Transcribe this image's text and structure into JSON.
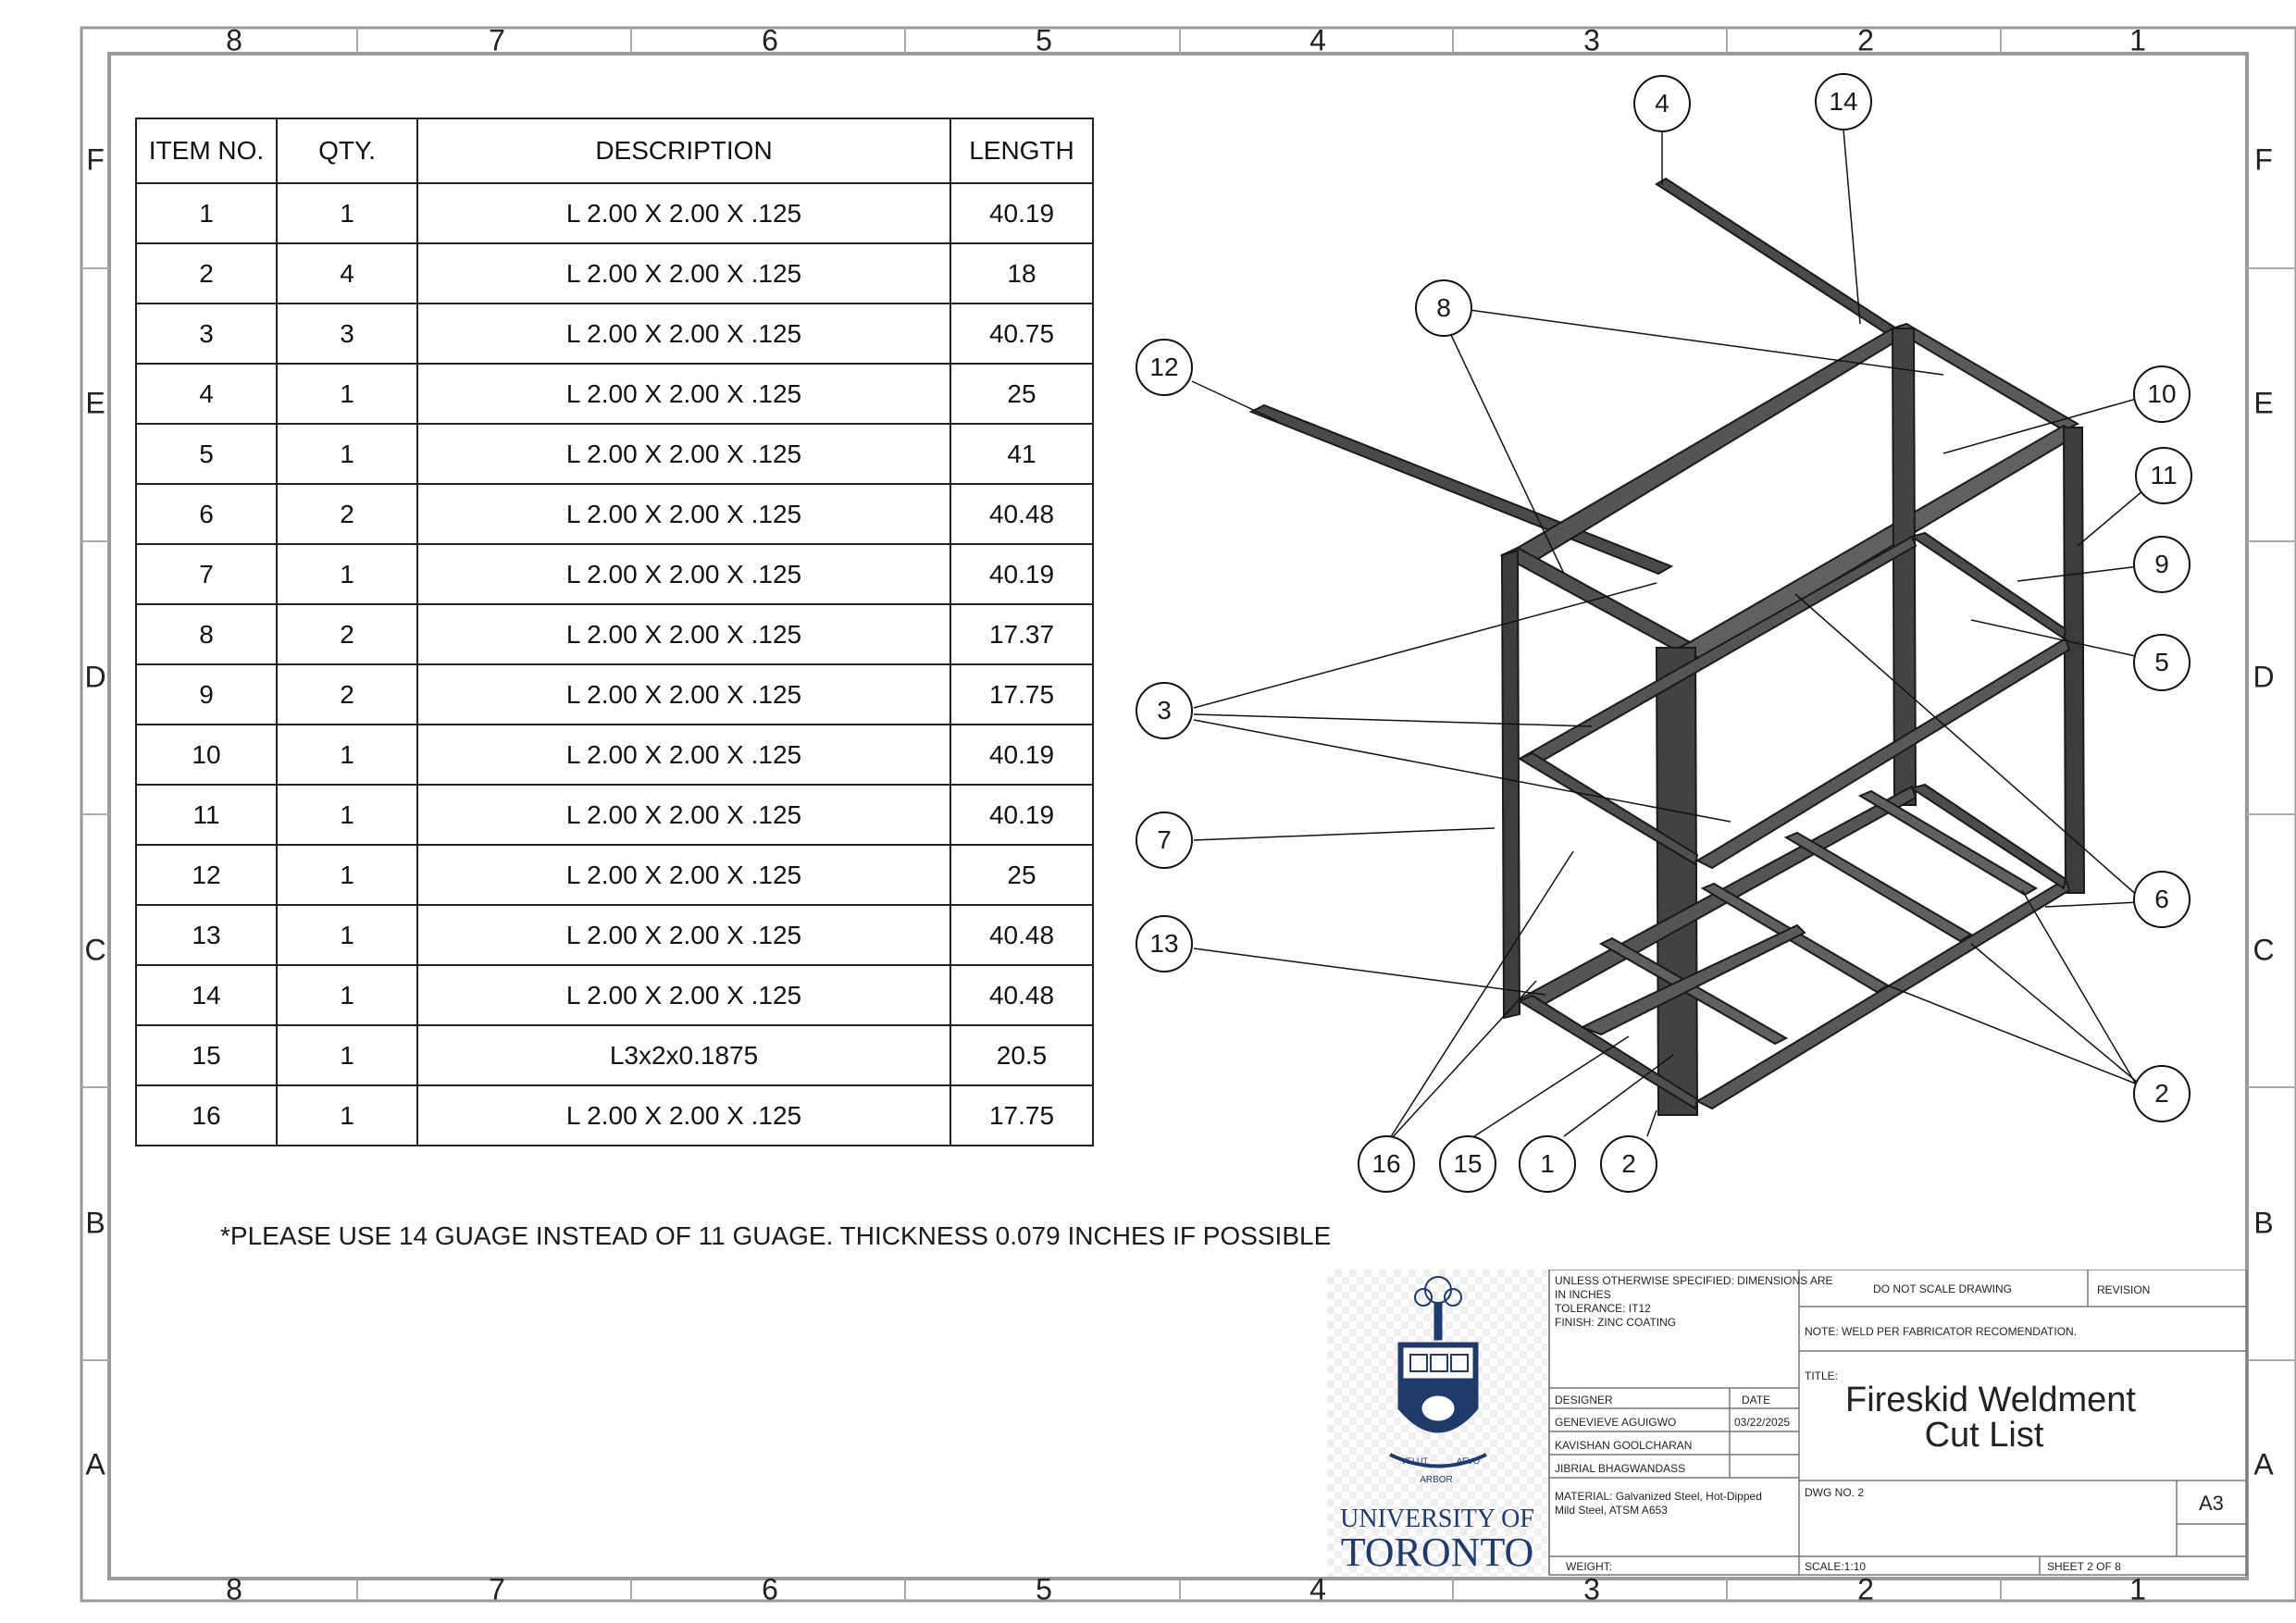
{
  "zones": {
    "columns": [
      "8",
      "7",
      "6",
      "5",
      "4",
      "3",
      "2",
      "1"
    ],
    "rows": [
      "F",
      "E",
      "D",
      "C",
      "B",
      "A"
    ]
  },
  "bom": {
    "headers": [
      "ITEM NO.",
      "QTY.",
      "DESCRIPTION",
      "LENGTH"
    ],
    "rows": [
      [
        "1",
        "1",
        "L 2.00 X 2.00 X .125",
        "40.19"
      ],
      [
        "2",
        "4",
        "L 2.00 X 2.00 X .125",
        "18"
      ],
      [
        "3",
        "3",
        "L 2.00 X 2.00 X .125",
        "40.75"
      ],
      [
        "4",
        "1",
        "L 2.00 X 2.00 X .125",
        "25"
      ],
      [
        "5",
        "1",
        "L 2.00 X 2.00 X .125",
        "41"
      ],
      [
        "6",
        "2",
        "L 2.00 X 2.00 X .125",
        "40.48"
      ],
      [
        "7",
        "1",
        "L 2.00 X 2.00 X .125",
        "40.19"
      ],
      [
        "8",
        "2",
        "L 2.00 X 2.00 X .125",
        "17.37"
      ],
      [
        "9",
        "2",
        "L 2.00 X 2.00 X .125",
        "17.75"
      ],
      [
        "10",
        "1",
        "L 2.00 X 2.00 X .125",
        "40.19"
      ],
      [
        "11",
        "1",
        "L 2.00 X 2.00 X .125",
        "40.19"
      ],
      [
        "12",
        "1",
        "L 2.00 X 2.00 X .125",
        "25"
      ],
      [
        "13",
        "1",
        "L 2.00 X 2.00 X .125",
        "40.48"
      ],
      [
        "14",
        "1",
        "L 2.00 X 2.00 X .125",
        "40.48"
      ],
      [
        "15",
        "1",
        "L3x2x0.1875",
        "20.5"
      ],
      [
        "16",
        "1",
        "L 2.00 X 2.00 X .125",
        "17.75"
      ]
    ]
  },
  "note": "*PLEASE USE 14 GUAGE INSTEAD OF 11 GUAGE. THICKNESS 0.079 INCHES IF POSSIBLE",
  "balloons": [
    "4",
    "14",
    "8",
    "12",
    "10",
    "11",
    "9",
    "3",
    "5",
    "7",
    "6",
    "13",
    "2",
    "16",
    "15",
    "1",
    "2"
  ],
  "title_block": {
    "spec_lines": [
      "UNLESS OTHERWISE SPECIFIED: DIMENSIONS ARE",
      "IN INCHES",
      "TOLERANCE: IT12",
      "FINISH: ZINC COATING"
    ],
    "do_not_scale": "DO NOT SCALE DRAWING",
    "revision_label": "REVISION",
    "note_text": "NOTE:   WELD PER FABRICATOR RECOMENDATION.",
    "title_label": "TITLE:",
    "title_line1": "Fireskid Weldment",
    "title_line2": "Cut List",
    "designer_label": "DESIGNER",
    "date_label": "DATE",
    "designers": [
      "GENEVIEVE AGUIGWO",
      "KAVISHAN GOOLCHARAN",
      "JIBRIAL BHAGWANDASS"
    ],
    "date_value": "03/22/2025",
    "material_lines": [
      "MATERIAL: Galvanized Steel, Hot-Dipped",
      "Mild Steel, ATSM A653"
    ],
    "dwg_no": "DWG NO. 2",
    "size": "A3",
    "weight_label": "WEIGHT:",
    "scale": "SCALE:1:10",
    "sheet": "SHEET 2 OF 8",
    "logo_university_of": "UNIVERSITY OF",
    "logo_toronto": "TORONTO",
    "logo_banner": "ARBOR",
    "logo_ribbon_left": "VELUT",
    "logo_ribbon_right": "AEVO",
    "brand_color": "#1f3a6b"
  }
}
